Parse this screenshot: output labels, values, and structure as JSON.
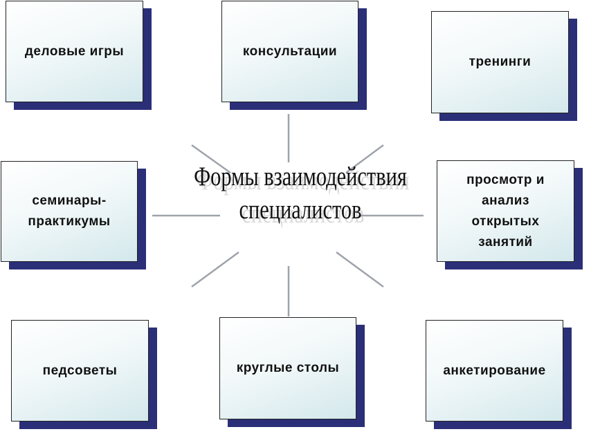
{
  "diagram": {
    "center_title": "Формы взаимодействия\nспециалистов",
    "nodes": [
      {
        "id": "business-games",
        "label": "деловые игры"
      },
      {
        "id": "consultations",
        "label": "консультации"
      },
      {
        "id": "trainings",
        "label": "тренинги"
      },
      {
        "id": "seminars",
        "label": "семинары-\nпрактикумы"
      },
      {
        "id": "open-lessons",
        "label": "просмотр и\nанализ\nоткрытых\nзанятий"
      },
      {
        "id": "pedsovety",
        "label": "педсоветы"
      },
      {
        "id": "round-tables",
        "label": "круглые столы"
      },
      {
        "id": "survey",
        "label": "анкетирование"
      }
    ]
  },
  "colors": {
    "box_shadow": "#2b2f78",
    "spoke": "#9ea3aa",
    "box_border": "#222222"
  }
}
